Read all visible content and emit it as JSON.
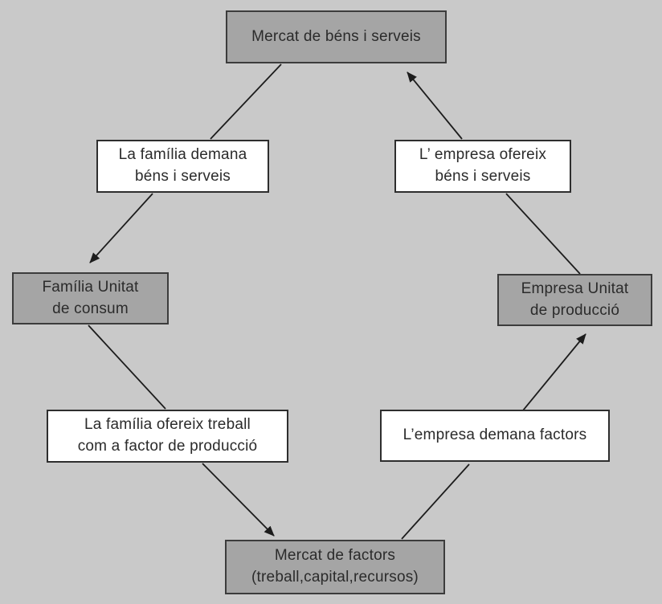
{
  "diagram": {
    "nodes": {
      "mercat_bens": {
        "text": "Mercat de béns i serveis",
        "kind": "market"
      },
      "familia_demana": {
        "text": "La família demana\nbéns i serveis",
        "kind": "flow-label"
      },
      "empresa_ofereix": {
        "text": "L’ empresa ofereix\nbéns i serveis",
        "kind": "flow-label"
      },
      "familia_unitat": {
        "text": "Família Unitat\nde consum",
        "kind": "agent"
      },
      "empresa_unitat": {
        "text": "Empresa Unitat\nde producció",
        "kind": "agent"
      },
      "familia_ofereix": {
        "text": "La família ofereix treball\ncom a factor de producció",
        "kind": "flow-label"
      },
      "empresa_demana": {
        "text": "L’empresa demana factors",
        "kind": "flow-label"
      },
      "mercat_factors": {
        "text": "Mercat de factors\n(treball,capital,recursos)",
        "kind": "market"
      }
    },
    "arrows": [
      {
        "from": "mercat_bens",
        "via": "familia_demana",
        "to": "familia_unitat"
      },
      {
        "from": "familia_unitat",
        "via": "familia_ofereix",
        "to": "mercat_factors"
      },
      {
        "from": "mercat_factors",
        "via": "empresa_demana",
        "to": "empresa_unitat"
      },
      {
        "from": "empresa_unitat",
        "via": "empresa_ofereix",
        "to": "mercat_bens"
      }
    ],
    "colors": {
      "background": "#c9c9c9",
      "node_gray_fill": "#a5a5a5",
      "node_white_fill": "#ffffff",
      "border": "#3c3c3c",
      "line": "#1c1c1c",
      "text": "#2b2b2b"
    }
  }
}
